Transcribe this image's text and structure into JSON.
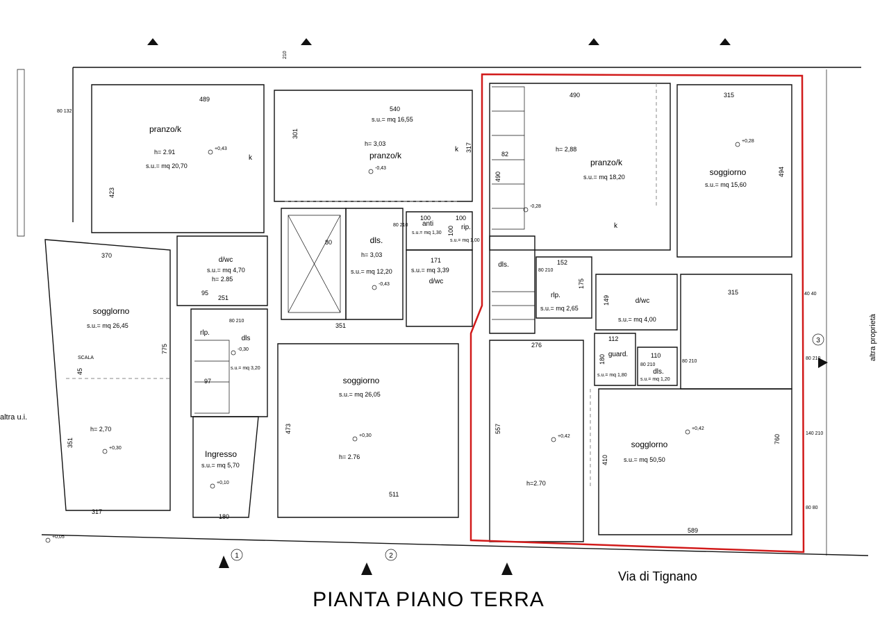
{
  "title": "PIANTA PIANO TERRA",
  "street": "Via di Tignano",
  "side_left": "altra u.i.",
  "side_right": "altra proprietà",
  "section_marks": [
    "1",
    "2",
    "3"
  ],
  "rooms": [
    {
      "key": "r1",
      "name": "pranzo/k",
      "h": "h= 2.91",
      "su": "s.u.= mq 20,70"
    },
    {
      "key": "r2",
      "name": "pranzo/k",
      "h": "h= 3,03",
      "su": "s.u.= mq 16,55"
    },
    {
      "key": "r3",
      "name": "pranzo/k",
      "h": "h= 2,88",
      "su": "s.u.= mq 18,20"
    },
    {
      "key": "r4",
      "name": "soggiorno",
      "h": "",
      "su": "s.u.= mq 15,60"
    },
    {
      "key": "r5",
      "name": "sogglorno",
      "h": "h= 2,70",
      "su": "s.u.= mq 26,45"
    },
    {
      "key": "r6",
      "name": "d/wc",
      "h": "h= 2.85",
      "su": "s.u.= mq 4,70"
    },
    {
      "key": "r7",
      "name": "dls.",
      "h": "h= 3,03",
      "su": "s.u.= mq 12,20"
    },
    {
      "key": "r8",
      "name": "d/wc",
      "h": "",
      "su": "s.u.= mq 3,39"
    },
    {
      "key": "r9",
      "name": "dls.",
      "h": "",
      "su": ""
    },
    {
      "key": "r10",
      "name": "rlp.",
      "h": "",
      "su": "s.u.= mq 2,65"
    },
    {
      "key": "r11",
      "name": "d/wc",
      "h": "",
      "su": "s.u.= mq 4,00"
    },
    {
      "key": "r12",
      "name": "soggiorno",
      "h": "h= 2.76",
      "su": "s.u.= mq 26,05"
    },
    {
      "key": "r13",
      "name": "Ingresso",
      "h": "",
      "su": "s.u.= mq 5,70"
    },
    {
      "key": "r14",
      "name": "sogglorno",
      "h": "",
      "su": "s.u.= mq 50,50"
    },
    {
      "key": "r15",
      "name": "guard.",
      "h": "",
      "su": "s.u.= mq 1,80"
    },
    {
      "key": "r16",
      "name": "dls.",
      "h": "",
      "su": "s.u.= mq 1,20"
    },
    {
      "key": "r17",
      "name": "rlp.",
      "h": "",
      "su": ""
    },
    {
      "key": "r18",
      "name": "dls",
      "h": "",
      "su": "s.u.= mq 3,20"
    },
    {
      "key": "r19",
      "name": "anti",
      "h": "",
      "su": "s.u.= mq 1,30"
    },
    {
      "key": "r20",
      "name": "rip.",
      "h": "",
      "su": "s.u.= mq 1,00"
    }
  ],
  "misc_labels": {
    "k1": "k",
    "k2": "k",
    "k3": "k",
    "scala": "SCALA",
    "h270": "h=2.70"
  },
  "dimensions": {
    "d489": "489",
    "d423": "423",
    "d370": "370",
    "d775": "775",
    "d351": "351",
    "d317a": "317",
    "d540": "540",
    "d301": "301",
    "d317": "317",
    "d351b": "351",
    "d473": "473",
    "d511": "511",
    "d490": "490",
    "d315a": "315",
    "d494": "494",
    "d315b": "315",
    "d760": "760",
    "d589": "589",
    "d276": "276",
    "d557": "557",
    "d410": "410",
    "d152": "152",
    "d175": "175",
    "d149": "149",
    "d112": "112",
    "d110": "110",
    "d180": "180",
    "d251": "251",
    "d95": "95",
    "d97": "97",
    "d171": "171",
    "d100a": "100",
    "d100b": "100",
    "d100c": "100",
    "d45": "45",
    "d180b": "180",
    "d80": "80",
    "d82": "82",
    "d490b": "490",
    "d80_132": "80 132",
    "d80_210a": "80 210",
    "d80_210b": "80 210",
    "d80_210c": "80 210",
    "d140_210": "140 210",
    "d80_80": "80 80",
    "d40_40": "40 40",
    "d80_210d": "80 210",
    "d80_210e": "80 210",
    "d80_210f": "80 210",
    "d210": "210"
  },
  "elevations": {
    "e1": "+0,43",
    "e2": "-0,43",
    "e3": "+0,28",
    "e4": "-0,28",
    "e5": "-0,43",
    "e6": "+0,30",
    "e7": "+0,30",
    "e8": "+0,10",
    "e9": "+0,42",
    "e10": "+0,42",
    "e11": "-0,30",
    "e12": "+0,05"
  }
}
